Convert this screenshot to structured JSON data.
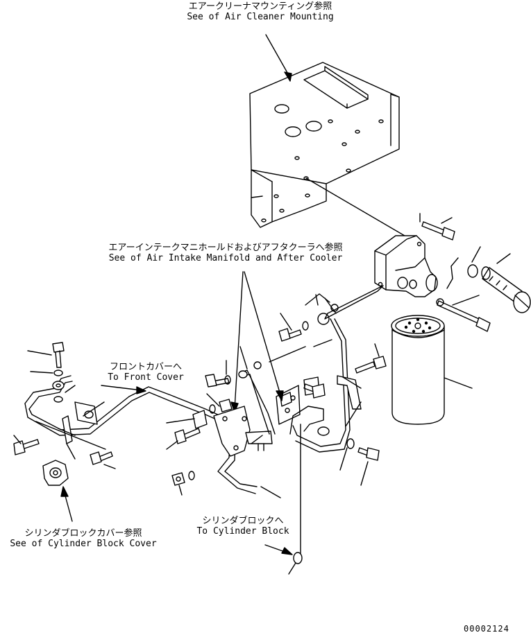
{
  "labels": {
    "air_cleaner": {
      "ja": "エアークリーナマウンティング参照",
      "en": "See of Air Cleaner Mounting"
    },
    "intake_manifold": {
      "ja": "エアーインテークマニホールドおよびアフタクーラへ参照",
      "en": "See of Air Intake Manifold and After Cooler"
    },
    "front_cover": {
      "ja": "フロントカバーへ",
      "en": "To Front Cover"
    },
    "cylinder_block_cover": {
      "ja": "シリンダブロックカバー参照",
      "en": "See of Cylinder Block Cover"
    },
    "cylinder_block": {
      "ja": "シリンダブロックへ",
      "en": "To Cylinder Block"
    }
  },
  "drawing_number": "00002124"
}
